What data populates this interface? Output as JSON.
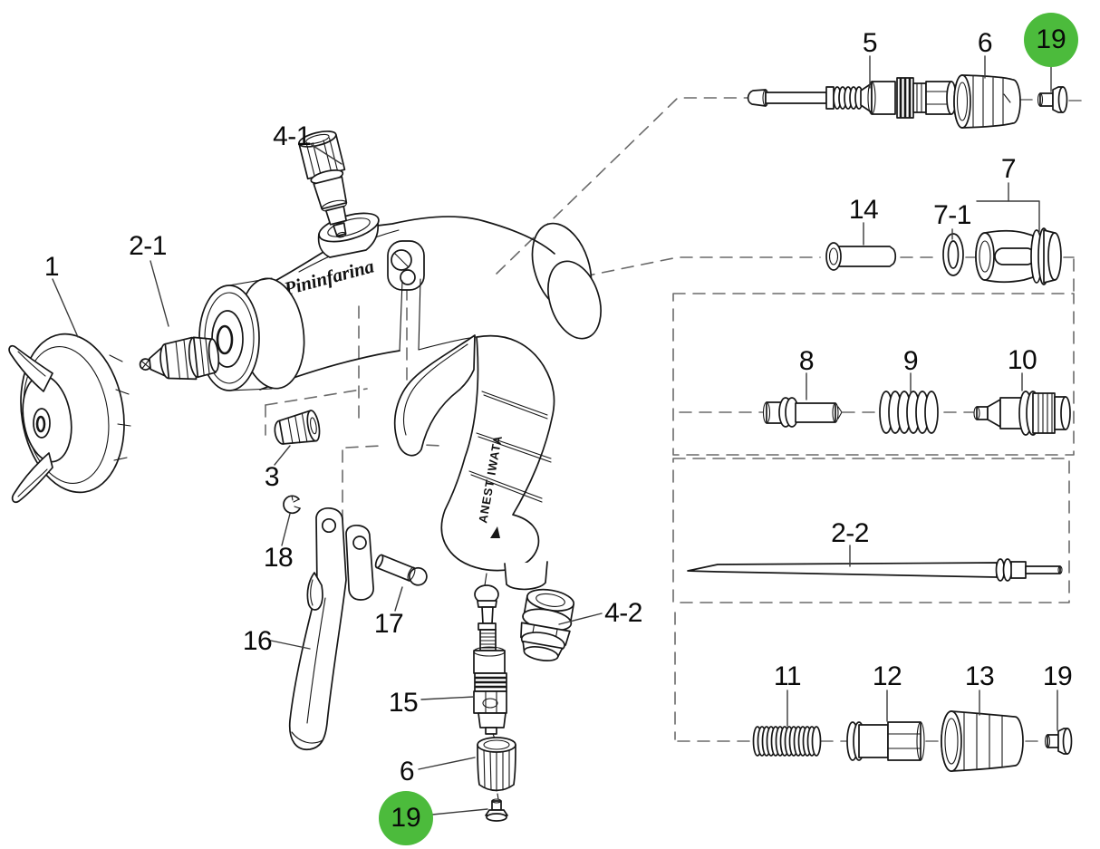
{
  "diagram": {
    "branding": {
      "barrel_script": "Pininfarina",
      "handle_text": "ANEST IWATA"
    },
    "highlight_color": "#4CBB3C",
    "labels": {
      "p1": "1",
      "p2_1": "2-1",
      "p2_2": "2-2",
      "p3": "3",
      "p4_1": "4-1",
      "p4_2": "4-2",
      "p5": "5",
      "p6_top": "6",
      "p6_bottom": "6",
      "p7": "7",
      "p7_1": "7-1",
      "p8": "8",
      "p9": "9",
      "p10": "10",
      "p11": "11",
      "p12": "12",
      "p13": "13",
      "p14": "14",
      "p15": "15",
      "p16": "16",
      "p17": "17",
      "p18": "18",
      "p19_top": "19",
      "p19_bottom": "19",
      "p19_box": "19"
    }
  }
}
